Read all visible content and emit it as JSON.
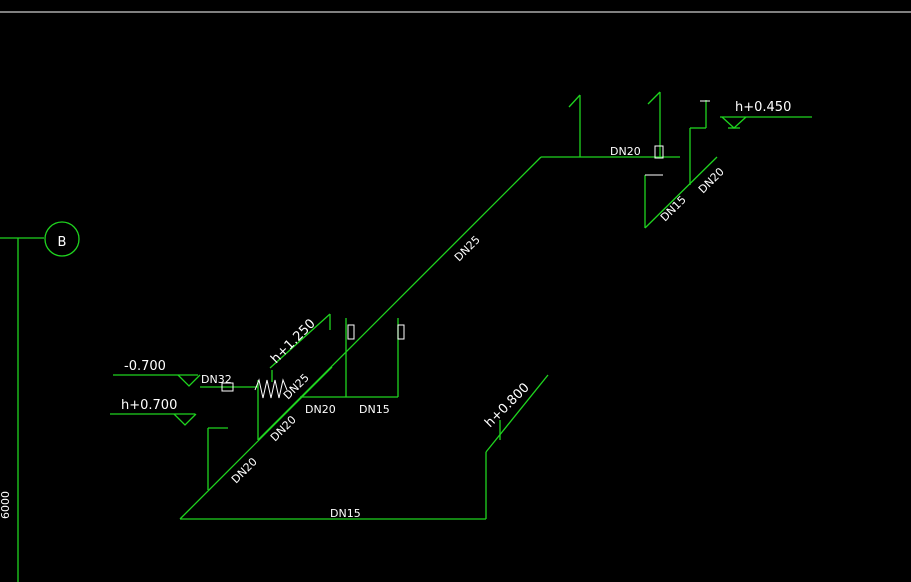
{
  "drawing": {
    "background": "#000000",
    "pipe_color": "#1fd41f",
    "text_color": "#ffffff",
    "grid_marker": "B",
    "dimension_label": "6000",
    "elevations": {
      "minus_0700": "-0.700",
      "plus_0700": "h+0.700",
      "plus_1250": "h+1.250",
      "plus_0800": "h+0.800",
      "plus_0450": "h+0.450"
    },
    "pipe_sizes": {
      "dn32": "DN32",
      "dn25_upper": "DN25",
      "dn25_lower": "DN25",
      "dn20_top": "DN20",
      "dn20_right": "DN20",
      "dn15_right": "DN15",
      "dn20_mid_a": "DN20",
      "dn15_mid": "DN15",
      "dn20_mid_b": "DN20",
      "dn20_lower": "DN20",
      "dn15_bottom": "DN15"
    }
  }
}
